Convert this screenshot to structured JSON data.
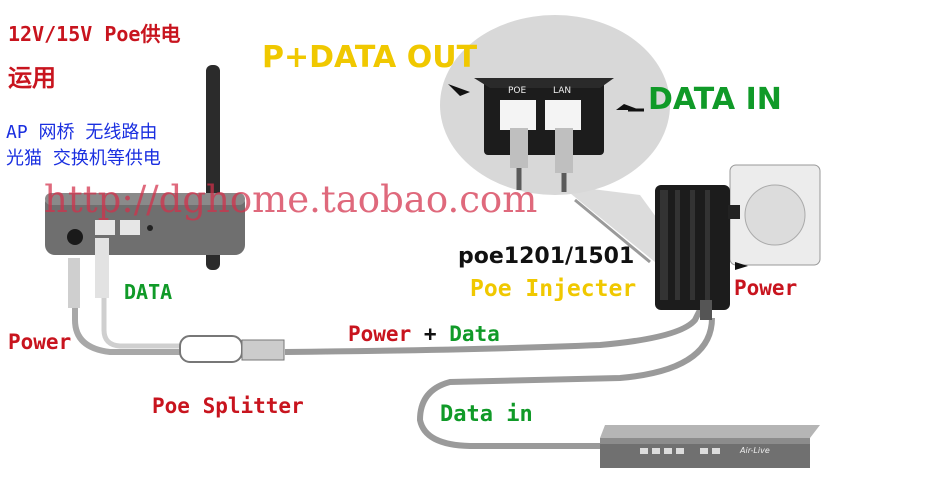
{
  "texts": {
    "poe_supply_line1": "12V/15V Poe供电",
    "poe_supply_line2": "运用",
    "applies_line1": "AP 网桥 无线路由",
    "applies_line2": "光猫 交换机等供电",
    "watermark_url": "http://dghome.taobao.com",
    "data_label": "DATA",
    "power_label": "Power",
    "poe_splitter": "Poe Splitter",
    "power_plus": "Power",
    "plus_sign": "+",
    "data_word": "Data",
    "data_in": "Data in",
    "model": "poe1201/1501",
    "poe_injector": "Poe Injecter",
    "power_out": "Power",
    "pdata_out": "P+DATA OUT",
    "data_in_caps": "DATA IN",
    "port_poe": "POE",
    "port_lan": "LAN",
    "switch_brand": "Air-Live"
  },
  "colors": {
    "red": "#c8141e",
    "blue": "#1a2fe0",
    "green": "#109a28",
    "yellow": "#f0c800",
    "bubble": "#d8d8d8",
    "device_dark": "#1c1c1c",
    "router_gray": "#6f6f6f",
    "cable_gray": "#9a9a9a"
  }
}
